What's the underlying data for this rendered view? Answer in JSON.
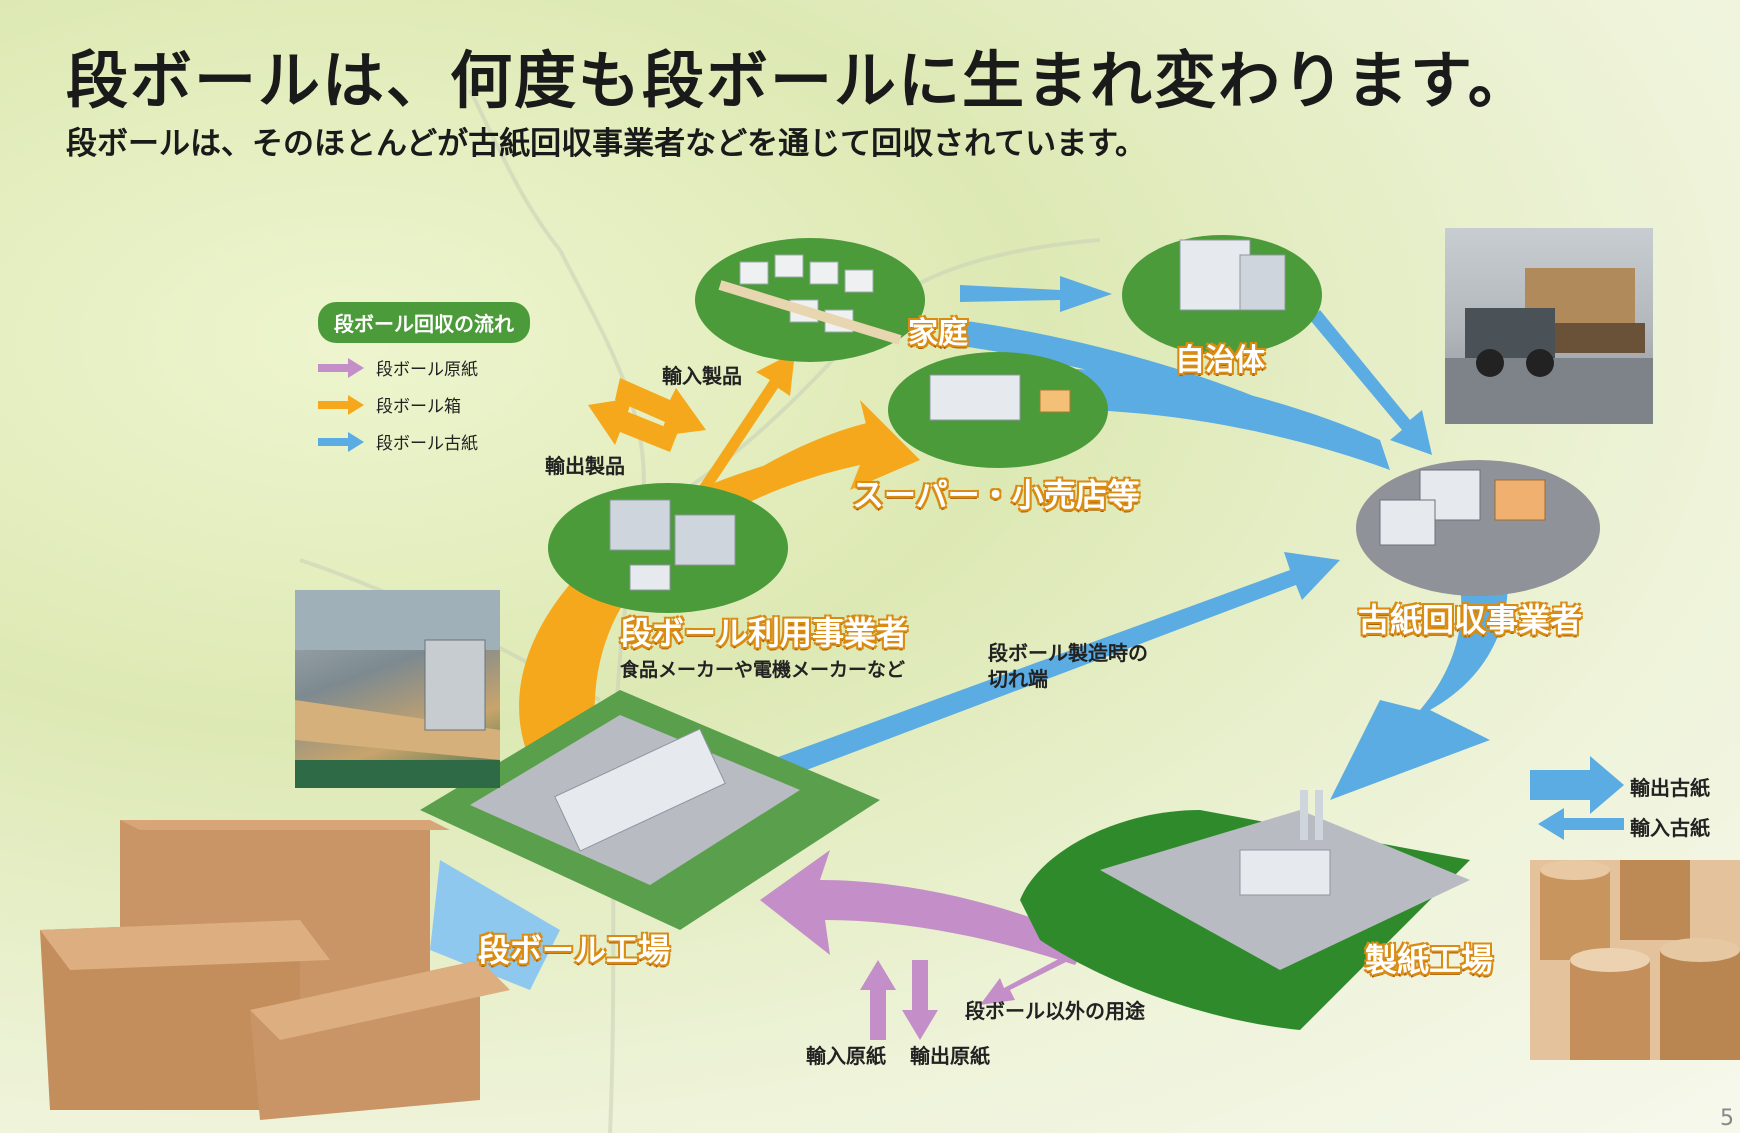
{
  "title": "段ボールは、何度も段ボールに生まれ変わります。",
  "subtitle": "段ボールは、そのほとんどが古紙回収事業者などを通じて回収されています。",
  "legend": {
    "title": "段ボール回収の流れ",
    "items": [
      {
        "label": "段ボール原紙",
        "color": "#c48ec8"
      },
      {
        "label": "段ボール箱",
        "color": "#f6a81c"
      },
      {
        "label": "段ボール古紙",
        "color": "#5aace3"
      }
    ]
  },
  "nodes": {
    "home": "家庭",
    "municipality": "自治体",
    "supermarket": "スーパー・小売店等",
    "user_business": "段ボール利用事業者",
    "collector": "古紙回収事業者",
    "box_factory": "段ボール工場",
    "paper_mill": "製紙工場"
  },
  "notes": {
    "import_products": "輸入製品",
    "export_products": "輸出製品",
    "user_business_examples": "食品メーカーや電機メーカーなど",
    "offcuts": "段ボール製造時の\n切れ端",
    "export_waste_paper": "輸出古紙",
    "import_waste_paper": "輸入古紙",
    "other_uses": "段ボール以外の用途",
    "import_base_paper": "輸入原紙",
    "export_base_paper": "輸出原紙"
  },
  "page_number": "5",
  "colors": {
    "base_paper": "#c48ec8",
    "box": "#f6a81c",
    "waste_paper": "#5aace3",
    "green": "#4c9b3a",
    "label_outline": "#d98b12"
  }
}
